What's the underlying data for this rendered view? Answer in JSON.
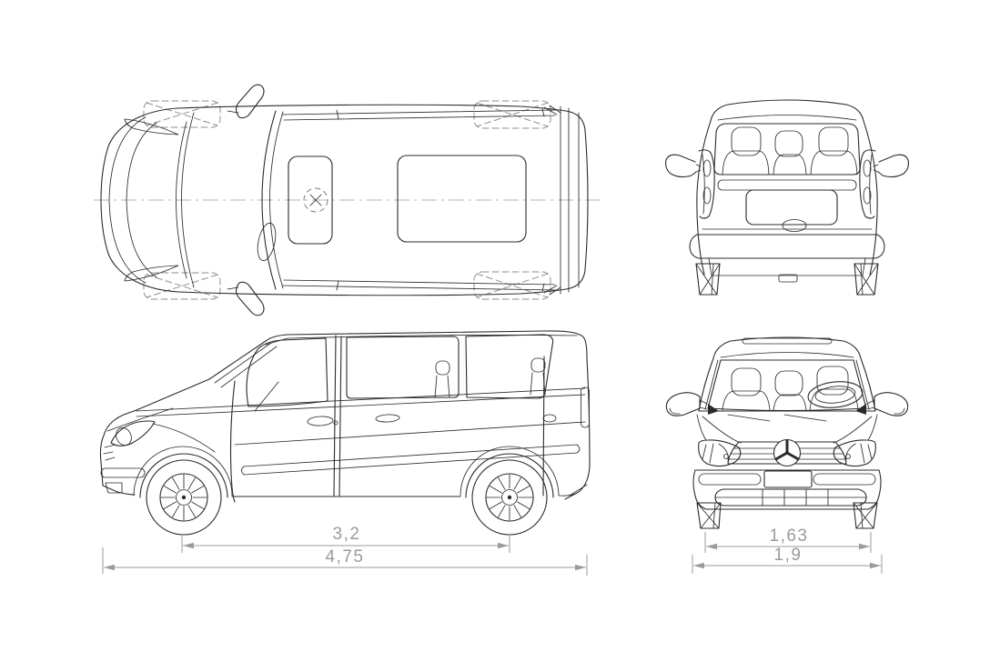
{
  "drawing": {
    "type": "vehicle-blueprint-four-views",
    "background": "#ffffff"
  },
  "colors": {
    "outline": "#2b2b2b",
    "dimension": "#9b9b9b",
    "hidden_line_dash": "#8f8f8f",
    "centerline": "#b3b3b3"
  },
  "icons": {
    "center_mark": "crosshair-circle",
    "brand_emblem": "three-pointed-star"
  },
  "dimensions": {
    "wheelbase": "3,2",
    "overall_length": "4,75",
    "track_width": "1,63",
    "overall_width": "1,9"
  }
}
